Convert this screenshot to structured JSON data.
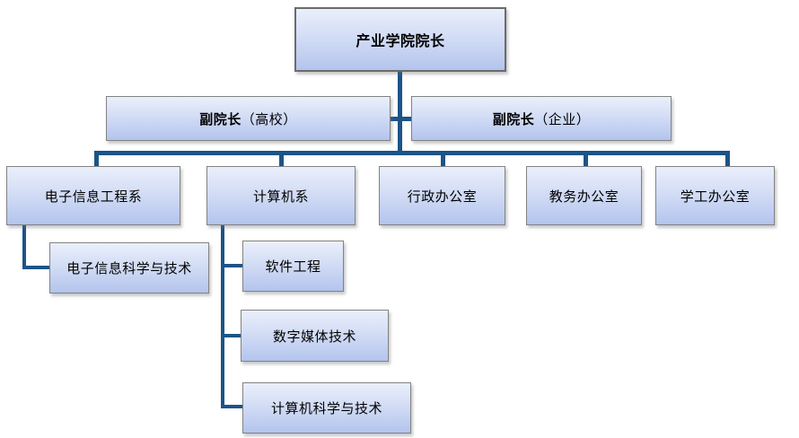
{
  "diagram": {
    "type": "org-chart",
    "background": "#ffffff"
  },
  "nodes": {
    "dean": {
      "label": "产业学院院长"
    },
    "vice_univ": {
      "title": "副院长",
      "suffix": "（高校）"
    },
    "vice_ent": {
      "title": "副院长",
      "suffix": "（企业）"
    },
    "dept_ee": {
      "label": "电子信息工程系"
    },
    "dept_cs": {
      "label": "计算机系"
    },
    "office_admin": {
      "label": "行政办公室"
    },
    "office_academic": {
      "label": "教务办公室"
    },
    "office_student": {
      "label": "学工办公室"
    },
    "major_eist": {
      "label": "电子信息科学与技术"
    },
    "major_se": {
      "label": "软件工程"
    },
    "major_dmt": {
      "label": "数字媒体技术"
    },
    "major_cst": {
      "label": "计算机科学与技术"
    }
  },
  "hierarchy": [
    {
      "node": "产业学院院长",
      "parent": null
    },
    {
      "node": "副院长（高校）",
      "parent": "产业学院院长"
    },
    {
      "node": "副院长（企业）",
      "parent": "产业学院院长"
    },
    {
      "node": "电子信息工程系",
      "parent": "产业学院院长"
    },
    {
      "node": "计算机系",
      "parent": "产业学院院长"
    },
    {
      "node": "行政办公室",
      "parent": "产业学院院长"
    },
    {
      "node": "教务办公室",
      "parent": "产业学院院长"
    },
    {
      "node": "学工办公室",
      "parent": "产业学院院长"
    },
    {
      "node": "电子信息科学与技术",
      "parent": "电子信息工程系"
    },
    {
      "node": "软件工程",
      "parent": "计算机系"
    },
    {
      "node": "数字媒体技术",
      "parent": "计算机系"
    },
    {
      "node": "计算机科学与技术",
      "parent": "计算机系"
    }
  ],
  "colors": {
    "connector": "#1c5488",
    "node_border": "#828282",
    "node_fill_top": "#eaeffb",
    "node_fill_bottom": "#b3c4ed",
    "text": "#000000",
    "background": "#ffffff"
  }
}
